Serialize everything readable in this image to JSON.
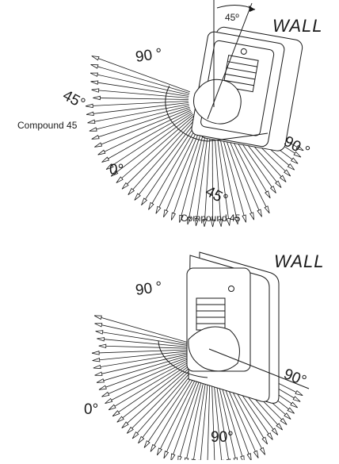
{
  "top": {
    "wall": "WALL",
    "tilt": "45º",
    "a90_left": "90",
    "a45_left": "45",
    "compound_left": "Compound 45",
    "a90_right": "90",
    "a0": "0",
    "a45_bottom": "45",
    "compound_bottom": "Compound 45",
    "deg": "°"
  },
  "bottom": {
    "wall": "WALL",
    "a90_left": "90",
    "a90_right": "90",
    "a0": "0",
    "a90_bottom": "90",
    "deg": "°"
  },
  "colors": {
    "ink": "#1a1a1a",
    "background": "#ffffff"
  }
}
